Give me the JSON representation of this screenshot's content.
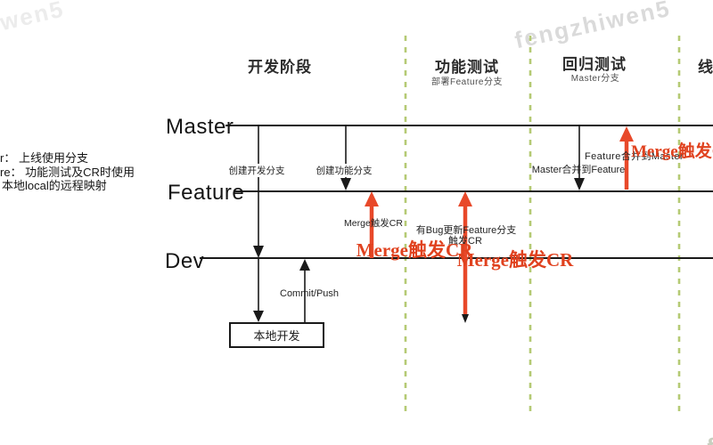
{
  "phases": [
    {
      "label": "开发阶段",
      "subtitle": ""
    },
    {
      "label": "功能测试",
      "subtitle": "部署Feature分支"
    },
    {
      "label": "回归测试",
      "subtitle": "Master分支"
    },
    {
      "label": "线上",
      "subtitle": ""
    }
  ],
  "branches": [
    {
      "name": "Master"
    },
    {
      "name": "Feature"
    },
    {
      "name": "Dev"
    }
  ],
  "legend": [
    "r： 上线使用分支",
    "re： 功能测试及CR时使用",
    "本地local的远程映射"
  ],
  "annotations": {
    "create_dev_branch": "创建开发分支",
    "create_feature_branch": "创建功能分支",
    "merge_cr": "Merge触发CR",
    "bug_update_line1": "有Bug更新Feature分支",
    "bug_update_line2": "触发CR",
    "master_to_feature": "Master合并到Feature",
    "feature_to_master": "Feature合并到Master",
    "commit_push": "Commit/Push",
    "local_dev": "本地开发"
  },
  "watermark": {
    "text": "fengzhiwen5"
  },
  "colors": {
    "branch_line": "#1a1a1a",
    "lane_divider_dashed": "#b5ca74",
    "merge_arrow_red": "#e8492a",
    "merge_text_red": "#e0421f",
    "watermark_gray": "#dadada",
    "background": "#ffffff"
  }
}
